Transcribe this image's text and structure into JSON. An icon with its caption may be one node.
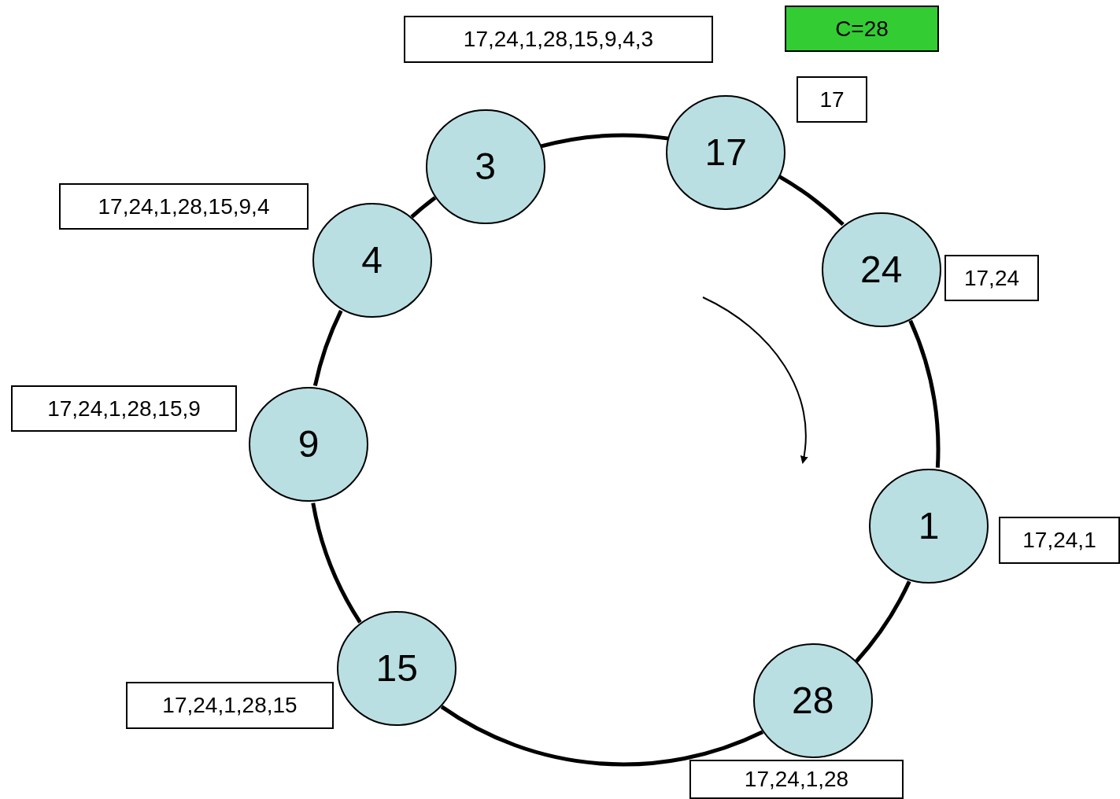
{
  "diagram": {
    "nodes": [
      {
        "text": [
          "17,24,1,28,15,9,4,3"
        ]
      },
      {
        "text": [
          "C=28"
        ]
      },
      {
        "text": [
          "17"
        ]
      },
      {
        "text": [
          "3"
        ]
      },
      {
        "text": [
          "17"
        ]
      },
      {
        "text": [
          "17,24,1,28,15,9,4"
        ]
      },
      {
        "text": [
          "4"
        ]
      },
      {
        "text": [
          "24"
        ]
      },
      {
        "text": [
          "17,24"
        ]
      },
      {
        "text": [
          "17,24,1,28,15,9"
        ]
      },
      {
        "text": [
          "9"
        ]
      },
      {
        "text": [
          "1"
        ]
      },
      {
        "text": [
          "17,24,1"
        ]
      },
      {
        "text": [
          "15"
        ]
      },
      {
        "text": [
          "17,24,1,28,15"
        ]
      },
      {
        "text": [
          "28"
        ]
      },
      {
        "text": [
          "17,24,1,28"
        ]
      }
    ],
    "edges": [
      {
        "from": 4,
        "to": 7,
        "arrow": "none"
      },
      {
        "from": 7,
        "to": 11,
        "arrow": "none"
      },
      {
        "from": 11,
        "to": 15,
        "arrow": "none"
      },
      {
        "from": 15,
        "to": 13,
        "arrow": "none"
      },
      {
        "from": 13,
        "to": 10,
        "arrow": "none"
      },
      {
        "from": 10,
        "to": 6,
        "arrow": "none"
      },
      {
        "from": 6,
        "to": 3,
        "arrow": "none"
      },
      {
        "from": 3,
        "to": 4,
        "arrow": "none"
      }
    ]
  }
}
